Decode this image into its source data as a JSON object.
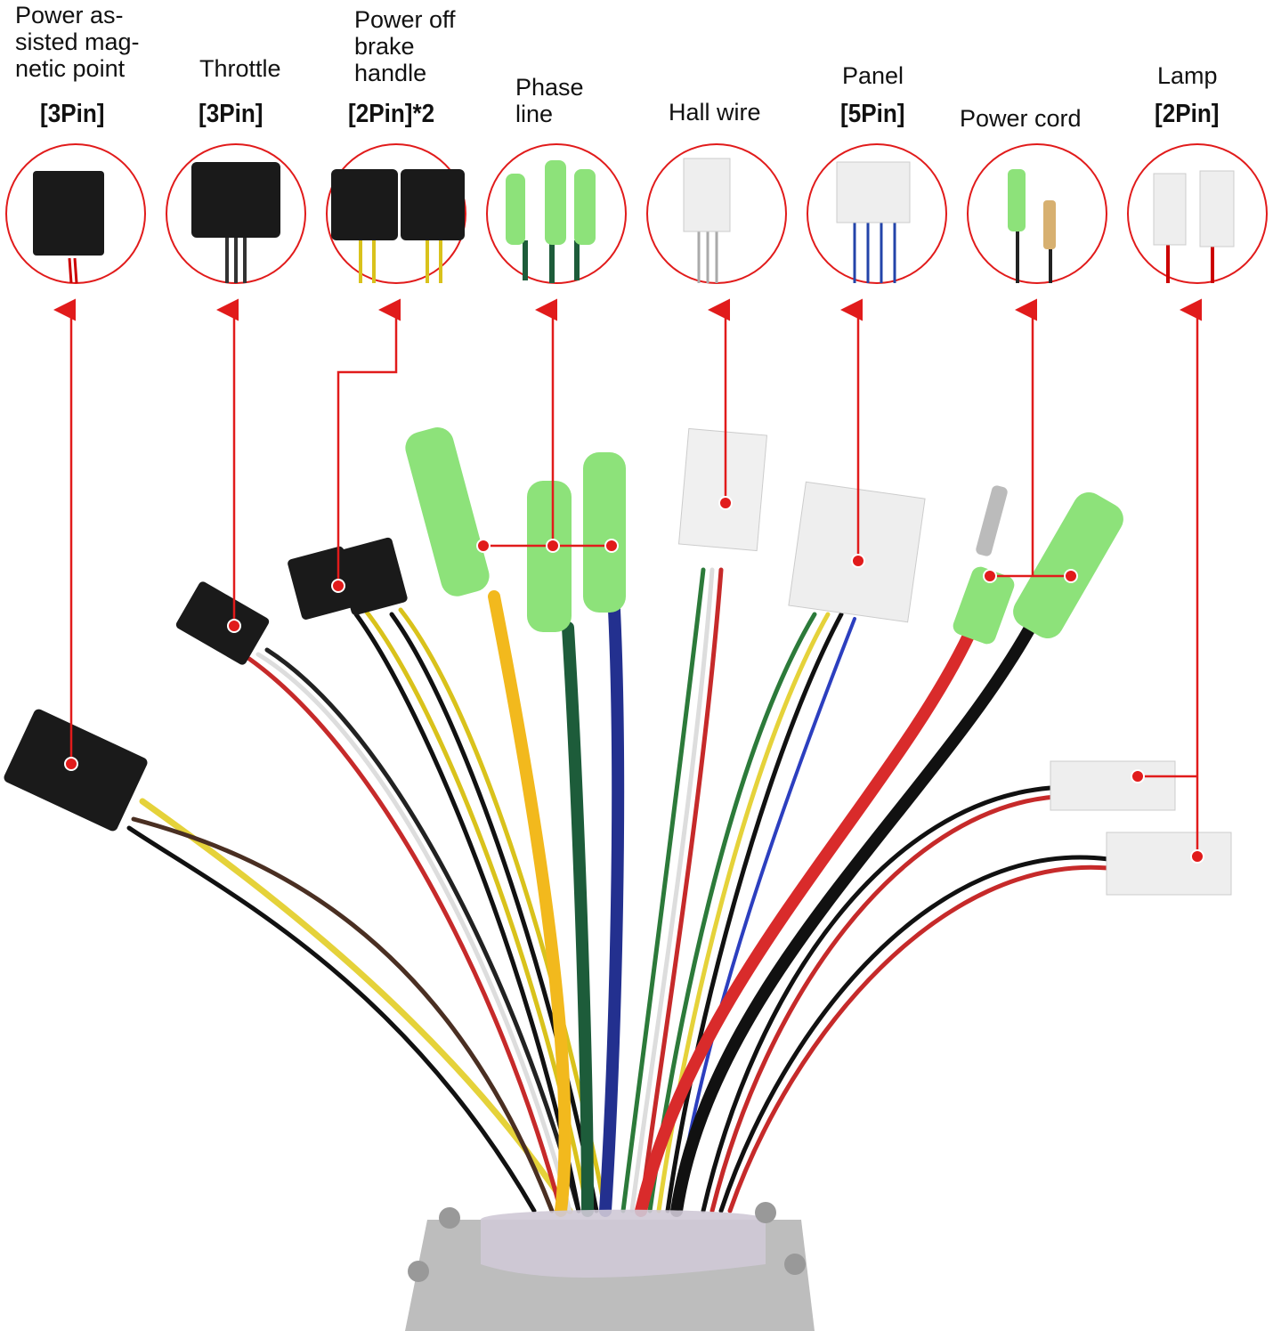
{
  "connectors": [
    {
      "name": "Power as-\nsisted mag-\nnetic point",
      "pins": "[3Pin]"
    },
    {
      "name": "Throttle",
      "pins": "[3Pin]"
    },
    {
      "name": "Power off\nbrake\nhandle",
      "pins": "[2Pin]*2"
    },
    {
      "name": "Phase\nline",
      "pins": ""
    },
    {
      "name": "Hall wire",
      "pins": ""
    },
    {
      "name": "Panel",
      "pins": "[5Pin]"
    },
    {
      "name": "Power cord",
      "pins": ""
    },
    {
      "name": "Lamp",
      "pins": "[2Pin]"
    }
  ],
  "colors": {
    "accent": "#e11b1b",
    "connector_green": "#8de27a",
    "black_connector": "#1a1a1a",
    "white_connector": "#eeeeee"
  }
}
